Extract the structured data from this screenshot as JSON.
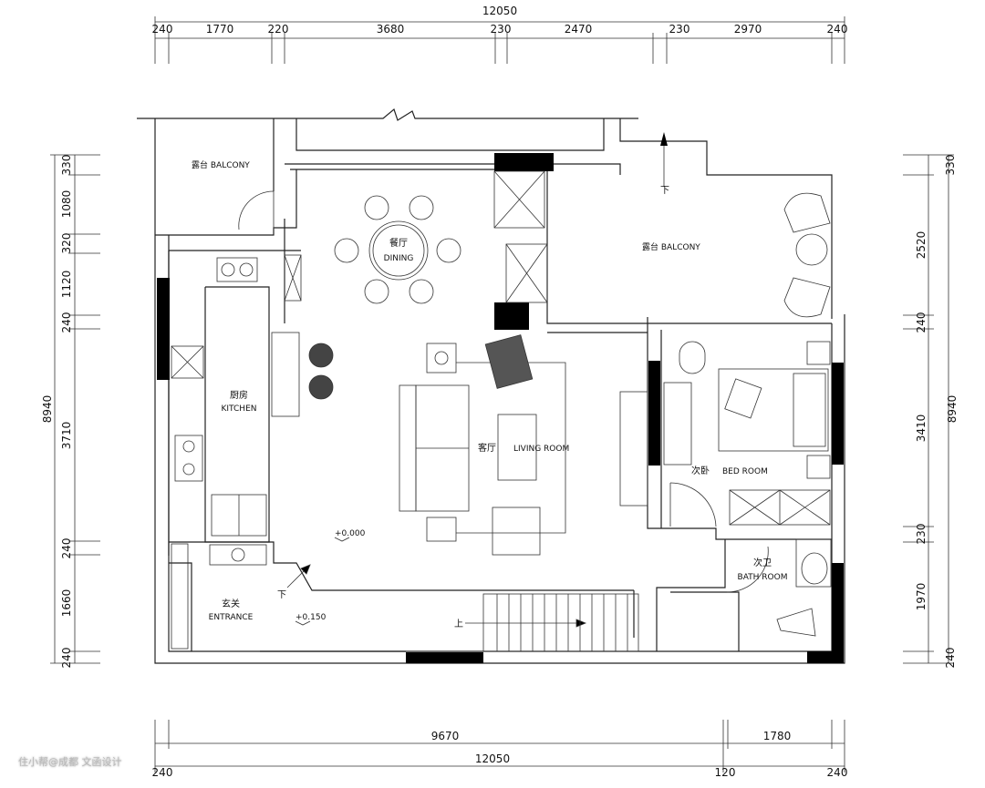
{
  "top_dims": {
    "total": "12050",
    "segments": [
      "240",
      "1770",
      "220",
      "3680",
      "230",
      "2470",
      "230",
      "2970",
      "240"
    ]
  },
  "left_dims": {
    "total": "8940",
    "segments": [
      "330",
      "1080",
      "320",
      "1120",
      "240",
      "3710",
      "240",
      "1660",
      "240"
    ]
  },
  "right_dims": {
    "total": "8940",
    "segments": [
      "330",
      "2520",
      "240",
      "3410",
      "230",
      "1970",
      "240"
    ]
  },
  "bottom_dims": {
    "row1": [
      "9670",
      "1780"
    ],
    "row2": [
      "240",
      "12050",
      "120",
      "240"
    ]
  },
  "rooms": {
    "balcony_left": "露台 BALCONY",
    "dining_cn": "餐厅",
    "dining_en": "DINING",
    "balcony_right": "露台 BALCONY",
    "kitchen_cn": "厨房",
    "kitchen_en": "KITCHEN",
    "living_cn": "客厅",
    "living_en": "LIVING ROOM",
    "bed_cn": "次卧",
    "bed_en": "BED ROOM",
    "bath_cn": "次卫",
    "bath_en": "BATH ROOM",
    "entrance_cn": "玄关",
    "entrance_en": "ENTRANCE"
  },
  "levels": {
    "living": "+0.000",
    "entrance": "+0.150"
  },
  "stair_marks": {
    "down_top": "下",
    "down_entrance": "下",
    "up": "上"
  },
  "watermark": "住小帮@成都 文函设计"
}
